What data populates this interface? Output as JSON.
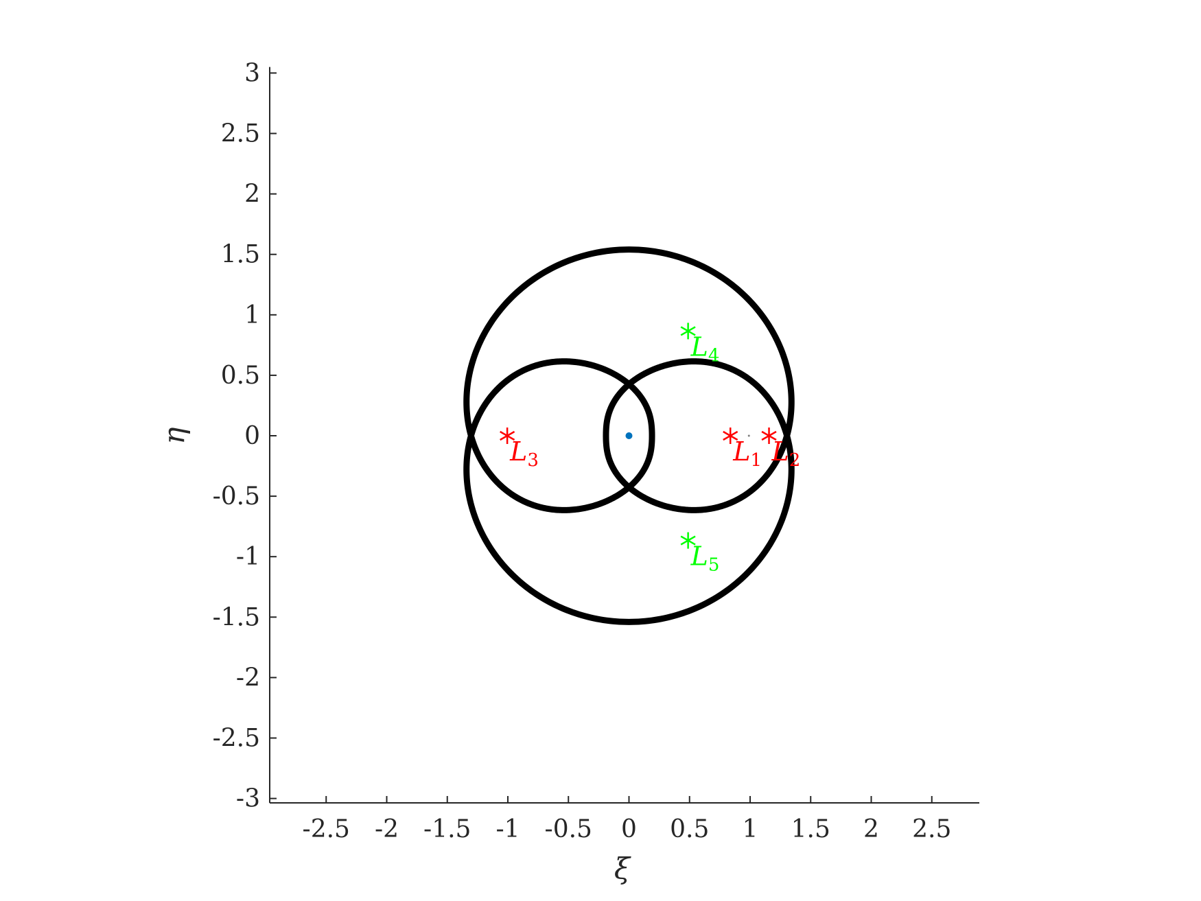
{
  "chart_data": {
    "type": "line",
    "title": "",
    "xlabel": "ξ",
    "ylabel": "η",
    "xlim": [
      -3,
      3
    ],
    "ylim": [
      -3.05,
      3.05
    ],
    "xticks": [
      -2.5,
      -2,
      -1.5,
      -1,
      -0.5,
      0,
      0.5,
      1,
      1.5,
      2,
      2.5
    ],
    "xtick_labels": [
      "-2.5",
      "-2",
      "-1.5",
      "-1",
      "-0.5",
      "0",
      "0.5",
      "1",
      "1.5",
      "2",
      "2.5"
    ],
    "yticks": [
      3,
      2.5,
      2,
      1.5,
      1,
      0.5,
      0,
      -0.5,
      -1,
      -1.5,
      -2,
      -2.5,
      -3
    ],
    "ytick_labels": [
      "3",
      "2.5",
      "2",
      "1.5",
      "1",
      "0.5",
      "0",
      "-0.5",
      "-1",
      "-1.5",
      "-2",
      "-2.5",
      "-3"
    ],
    "grid": false,
    "aspect": "equal",
    "orbit": {
      "color": "#000000",
      "shape": "rosette with four lobes",
      "radius_min": 0.19,
      "radius_max": 1.54
    },
    "primary": {
      "x": 0,
      "y": 0,
      "color": "#0072BD"
    },
    "secondary": {
      "x": 0.99,
      "y": 0,
      "color": "#7f7f7f"
    },
    "points": [
      {
        "name": "L",
        "sub": "1",
        "x": 0.837,
        "y": 0,
        "color": "#ff0000"
      },
      {
        "name": "L",
        "sub": "2",
        "x": 1.156,
        "y": 0,
        "color": "#ff0000"
      },
      {
        "name": "L",
        "sub": "3",
        "x": -1.005,
        "y": 0,
        "color": "#ff0000"
      },
      {
        "name": "L",
        "sub": "4",
        "x": 0.488,
        "y": 0.866,
        "color": "#00ff00"
      },
      {
        "name": "L",
        "sub": "5",
        "x": 0.488,
        "y": -0.866,
        "color": "#00ff00"
      }
    ]
  }
}
